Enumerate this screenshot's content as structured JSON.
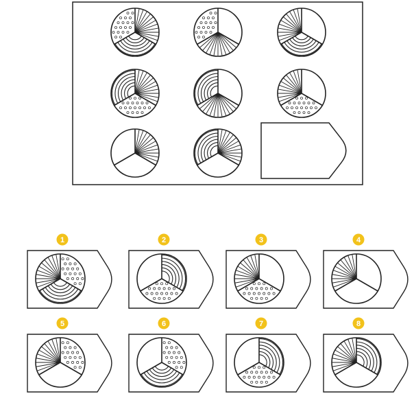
{
  "colors": {
    "stroke": "#222222",
    "badge": "#f2c21b",
    "badge_text": "#ffffff",
    "background": "#ffffff"
  },
  "puzzle": {
    "grid": [
      [
        {
          "c1": "lines",
          "c2": "arcs",
          "c3": "dots"
        },
        {
          "c1": "blank",
          "c2": "lines",
          "c3": "dots"
        },
        {
          "c1": "blank",
          "c2": "arcs",
          "c3": "lines"
        }
      ],
      [
        {
          "c1": "lines",
          "c2": "dots",
          "c3": "arcs"
        },
        {
          "c1": "blank",
          "c2": "lines",
          "c3": "arcs"
        },
        {
          "c1": "blank",
          "c2": "dots",
          "c3": "lines"
        }
      ],
      [
        {
          "c1": "lines",
          "c2": "blank",
          "c3": "blank"
        },
        {
          "c1": "lines",
          "c2": "blank",
          "c3": "arcs"
        },
        null
      ]
    ],
    "missing_cell_icon": "blank-answer-card"
  },
  "options": [
    {
      "label": "1",
      "c1": "dots",
      "c2": "arcs",
      "c3": "lines"
    },
    {
      "label": "2",
      "c1": "arcs",
      "c2": "dots",
      "c3": "blank"
    },
    {
      "label": "3",
      "c1": "blank",
      "c2": "dots",
      "c3": "lines"
    },
    {
      "label": "4",
      "c1": "blank",
      "c2": "blank",
      "c3": "lines"
    },
    {
      "label": "5",
      "c1": "dots",
      "c2": "blank",
      "c3": "lines"
    },
    {
      "label": "6",
      "c1": "dots",
      "c2": "arcs",
      "c3": "blank"
    },
    {
      "label": "7",
      "c1": "arcs",
      "c2": "dots",
      "c3": "blank"
    },
    {
      "label": "8",
      "c1": "arcs",
      "c2": "blank",
      "c3": "lines"
    }
  ]
}
